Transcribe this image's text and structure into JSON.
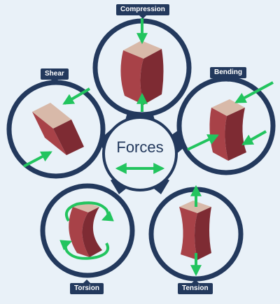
{
  "center": {
    "title": "Forces"
  },
  "labels": {
    "compression": "Compression",
    "shear": "Shear",
    "bending": "Bending",
    "torsion": "Torsion",
    "tension": "Tension"
  },
  "colors": {
    "background": "#e9f1f8",
    "petal_ring": "#23395d",
    "circle_fill": "#e9f1f8",
    "block_front": "#a84248",
    "block_side": "#7e2b33",
    "block_top": "#d8b9a9",
    "arrow": "#22c45e"
  },
  "icons": {
    "compression": "compression-block-icon",
    "shear": "shear-block-icon",
    "bending": "bending-block-icon",
    "torsion": "torsion-block-icon",
    "tension": "tension-block-icon",
    "center": "double-arrow-icon"
  }
}
